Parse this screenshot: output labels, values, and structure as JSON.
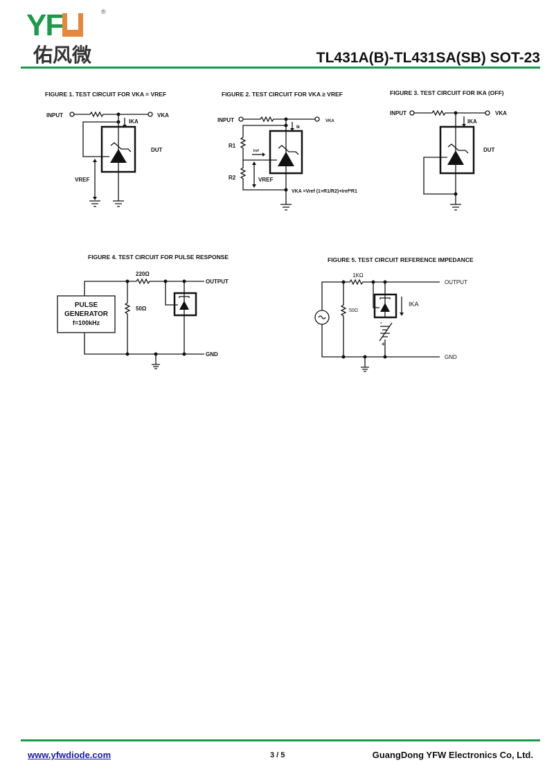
{
  "header": {
    "logo_text": "YFW",
    "logo_cn": "佑风微",
    "registered": "®",
    "title": "TL431A(B)-TL431SA(SB) SOT-23",
    "accent_color": "#1a9a4a",
    "logo_orange": "#e8873a"
  },
  "figures": {
    "fig1": {
      "title": "FIGURE 1. TEST CIRCUIT FOR VKA = VREF",
      "input": "INPUT",
      "vka": "VKA",
      "ika": "IKA",
      "dut": "DUT",
      "vref": "VREF"
    },
    "fig2": {
      "title": "FIGURE 2. TEST CIRCUIT FOR VKA ≥ VREF",
      "input": "INPUT",
      "vka": "VKA",
      "ik": "Ik",
      "r1": "R1",
      "r2": "R2",
      "iref": "Iref",
      "vref": "VREF",
      "formula": "VKA =Vref (1+R1/R2)+Iref*R1"
    },
    "fig3": {
      "title": "FIGURE 3. TEST CIRCUIT FOR IKA (OFF)",
      "input": "INPUT",
      "vka": "VKA",
      "ika": "IKA",
      "dut": "DUT"
    },
    "fig4": {
      "title": "FIGURE 4. TEST CIRCUIT FOR PULSE RESPONSE",
      "r_series": "220Ω",
      "r_shunt": "50Ω",
      "output": "OUTPUT",
      "gnd": "GND",
      "gen_line1": "PULSE",
      "gen_line2": "GENERATOR",
      "gen_line3": "f=100kHz"
    },
    "fig5": {
      "title": "FIGURE 5. TEST CIRCUIT REFERENCE IMPEDANCE",
      "r_series": "1KΩ",
      "r_shunt": "50Ω",
      "output": "OUTPUT",
      "gnd": "GND",
      "ika": "IKA",
      "minus": "-",
      "plus": "+"
    }
  },
  "footer": {
    "url": "www.yfwdiode.com",
    "page": "3 / 5",
    "company": "GuangDong YFW Electronics Co, Ltd."
  }
}
